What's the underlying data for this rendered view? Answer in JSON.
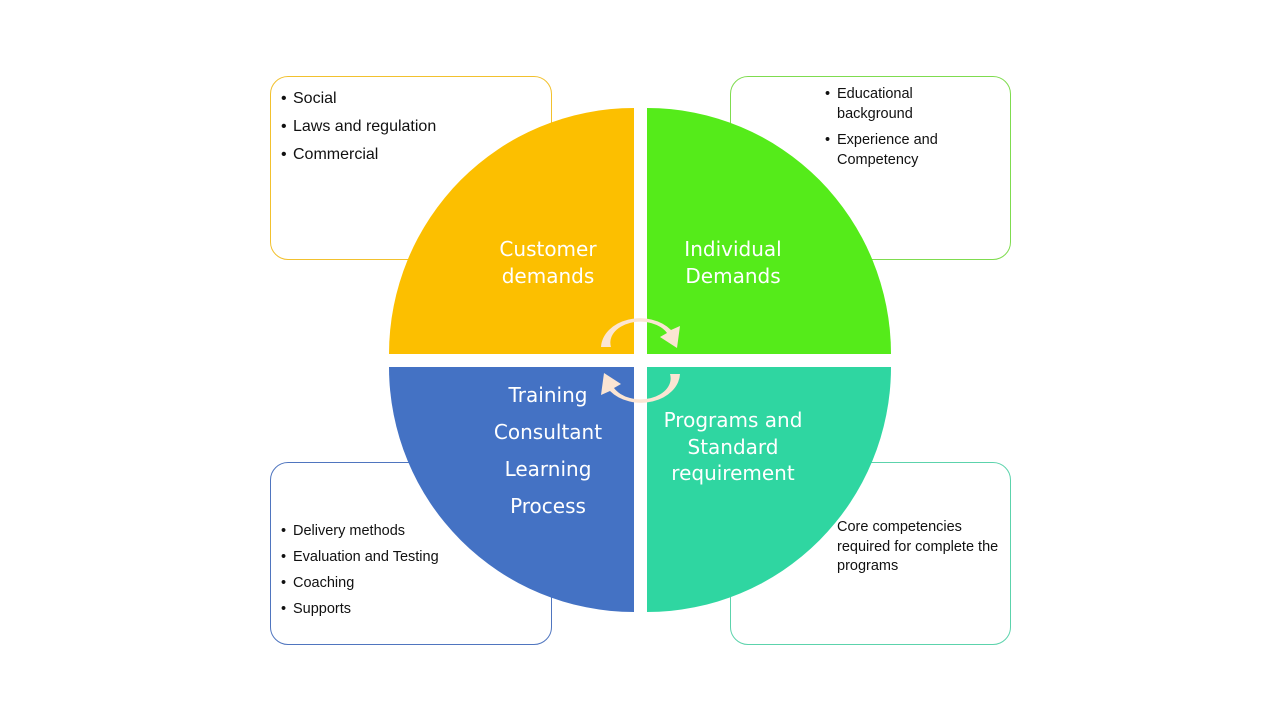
{
  "colors": {
    "customer_demands": "#fcbf00",
    "individual_demands": "#55eb1a",
    "training_process": "#4472c4",
    "programs_requirement": "#2fd6a1",
    "cycle_arrows": "#fbe5d3"
  },
  "quadrants": {
    "top_left": {
      "label_lines": [
        "Customer",
        "demands"
      ]
    },
    "top_right": {
      "label_lines": [
        "Individual",
        "Demands"
      ]
    },
    "bottom_left": {
      "label_lines": [
        "Training",
        "Consultant",
        "Learning",
        "Process"
      ]
    },
    "bottom_right": {
      "label_lines": [
        "Programs and",
        "Standard",
        "requirement"
      ]
    }
  },
  "boxes": {
    "top_left": {
      "items": [
        "Social",
        "Laws and regulation",
        "Commercial"
      ]
    },
    "top_right": {
      "items": [
        "Educational background",
        "Experience  and Competency"
      ]
    },
    "bottom_left": {
      "items": [
        "Delivery methods",
        "Evaluation and Testing",
        "Coaching",
        "Supports"
      ]
    },
    "bottom_right": {
      "text": "Core competencies required for complete the programs"
    }
  },
  "center_icon": "circular-arrows-icon"
}
